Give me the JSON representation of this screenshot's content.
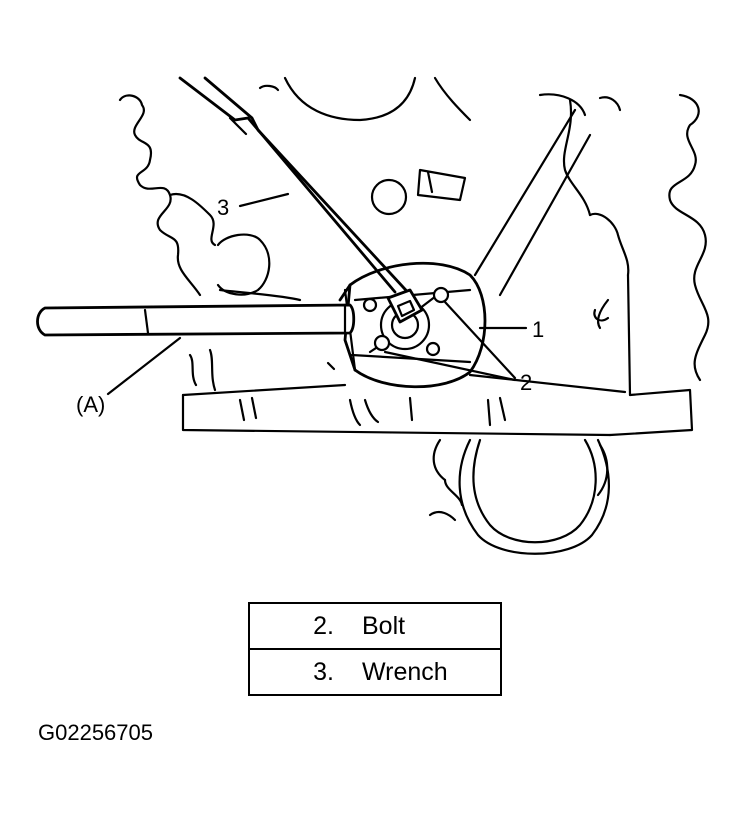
{
  "callouts": {
    "label_1": "1",
    "label_2": "2",
    "label_3": "3",
    "label_a": "(A)"
  },
  "legend": {
    "rows": [
      {
        "number": "2.",
        "text": "Bolt"
      },
      {
        "number": "3.",
        "text": "Wrench"
      }
    ]
  },
  "figure_id": "G02256705"
}
